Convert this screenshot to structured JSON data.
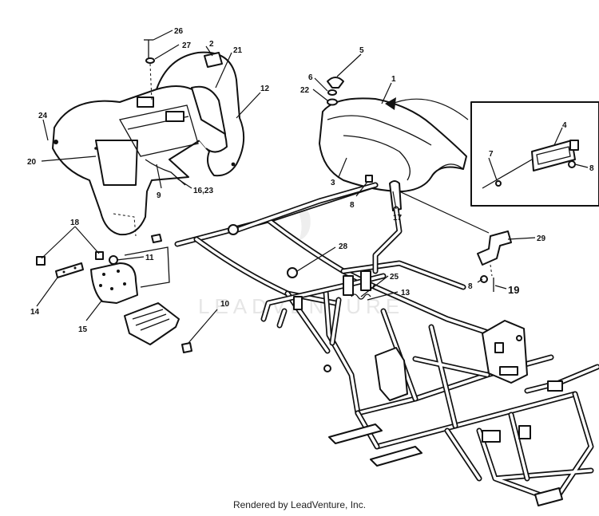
{
  "diagram": {
    "watermark": "LEADVENTURE",
    "footer": "Rendered by LeadVenture, Inc.",
    "callouts": {
      "c1": "1",
      "c2": "2",
      "c3": "3",
      "c4": "4",
      "c5": "5",
      "c6": "6",
      "c7": "7",
      "c8a": "8",
      "c8b": "8",
      "c8c": "8",
      "c9": "9",
      "c10": "10",
      "c11": "11",
      "c12": "12",
      "c13": "13",
      "c14": "14",
      "c15": "15",
      "c1623": "16,23",
      "c17": "17",
      "c18": "18",
      "c19": "19",
      "c20": "20",
      "c21": "21",
      "c22": "22",
      "c24": "24",
      "c25": "25",
      "c26": "26",
      "c27": "27",
      "c28": "28",
      "c29": "29"
    }
  }
}
